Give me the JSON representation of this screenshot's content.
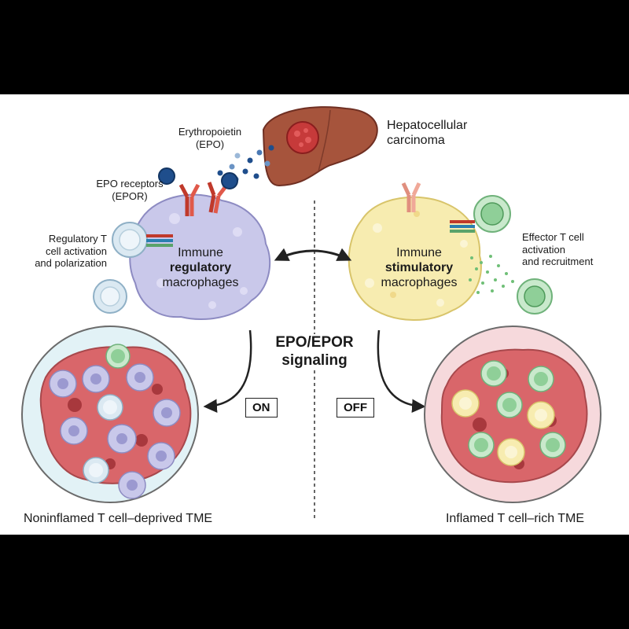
{
  "labels": {
    "epo": "Erythropoietin\n(EPO)",
    "hcc": "Hepatocellular\ncarcinoma",
    "epor": "EPO receptors\n(EPOR)",
    "treg": "Regulatory T\ncell activation\nand polarization",
    "effector": "Effector T cell\nactivation\nand recruitment",
    "reg_line1": "Immune",
    "reg_line2": "regulatory",
    "reg_line3": "macrophages",
    "stim_line1": "Immune",
    "stim_line2": "stimulatory",
    "stim_line3": "macrophages",
    "signaling": "EPO/EPOR\nsignaling",
    "on": "ON",
    "off": "OFF",
    "left_tme": "Noninflamed T cell–deprived TME",
    "right_tme": "Inflamed T cell–rich TME"
  },
  "colors": {
    "regulatory_macrophage": "#c9c8ea",
    "stimulatory_macrophage": "#f7ecb0",
    "liver": "#a6543c",
    "tumor_cell": "#d9666a",
    "t_cell_effector": "#8fcf98",
    "t_cell_regulatory": "#dbe9f2",
    "receptor_red": "#c0392b",
    "epo_blue": "#1f4e8c",
    "left_circle_bg": "#e2f2f6",
    "right_circle_bg": "#f6d9dc"
  }
}
